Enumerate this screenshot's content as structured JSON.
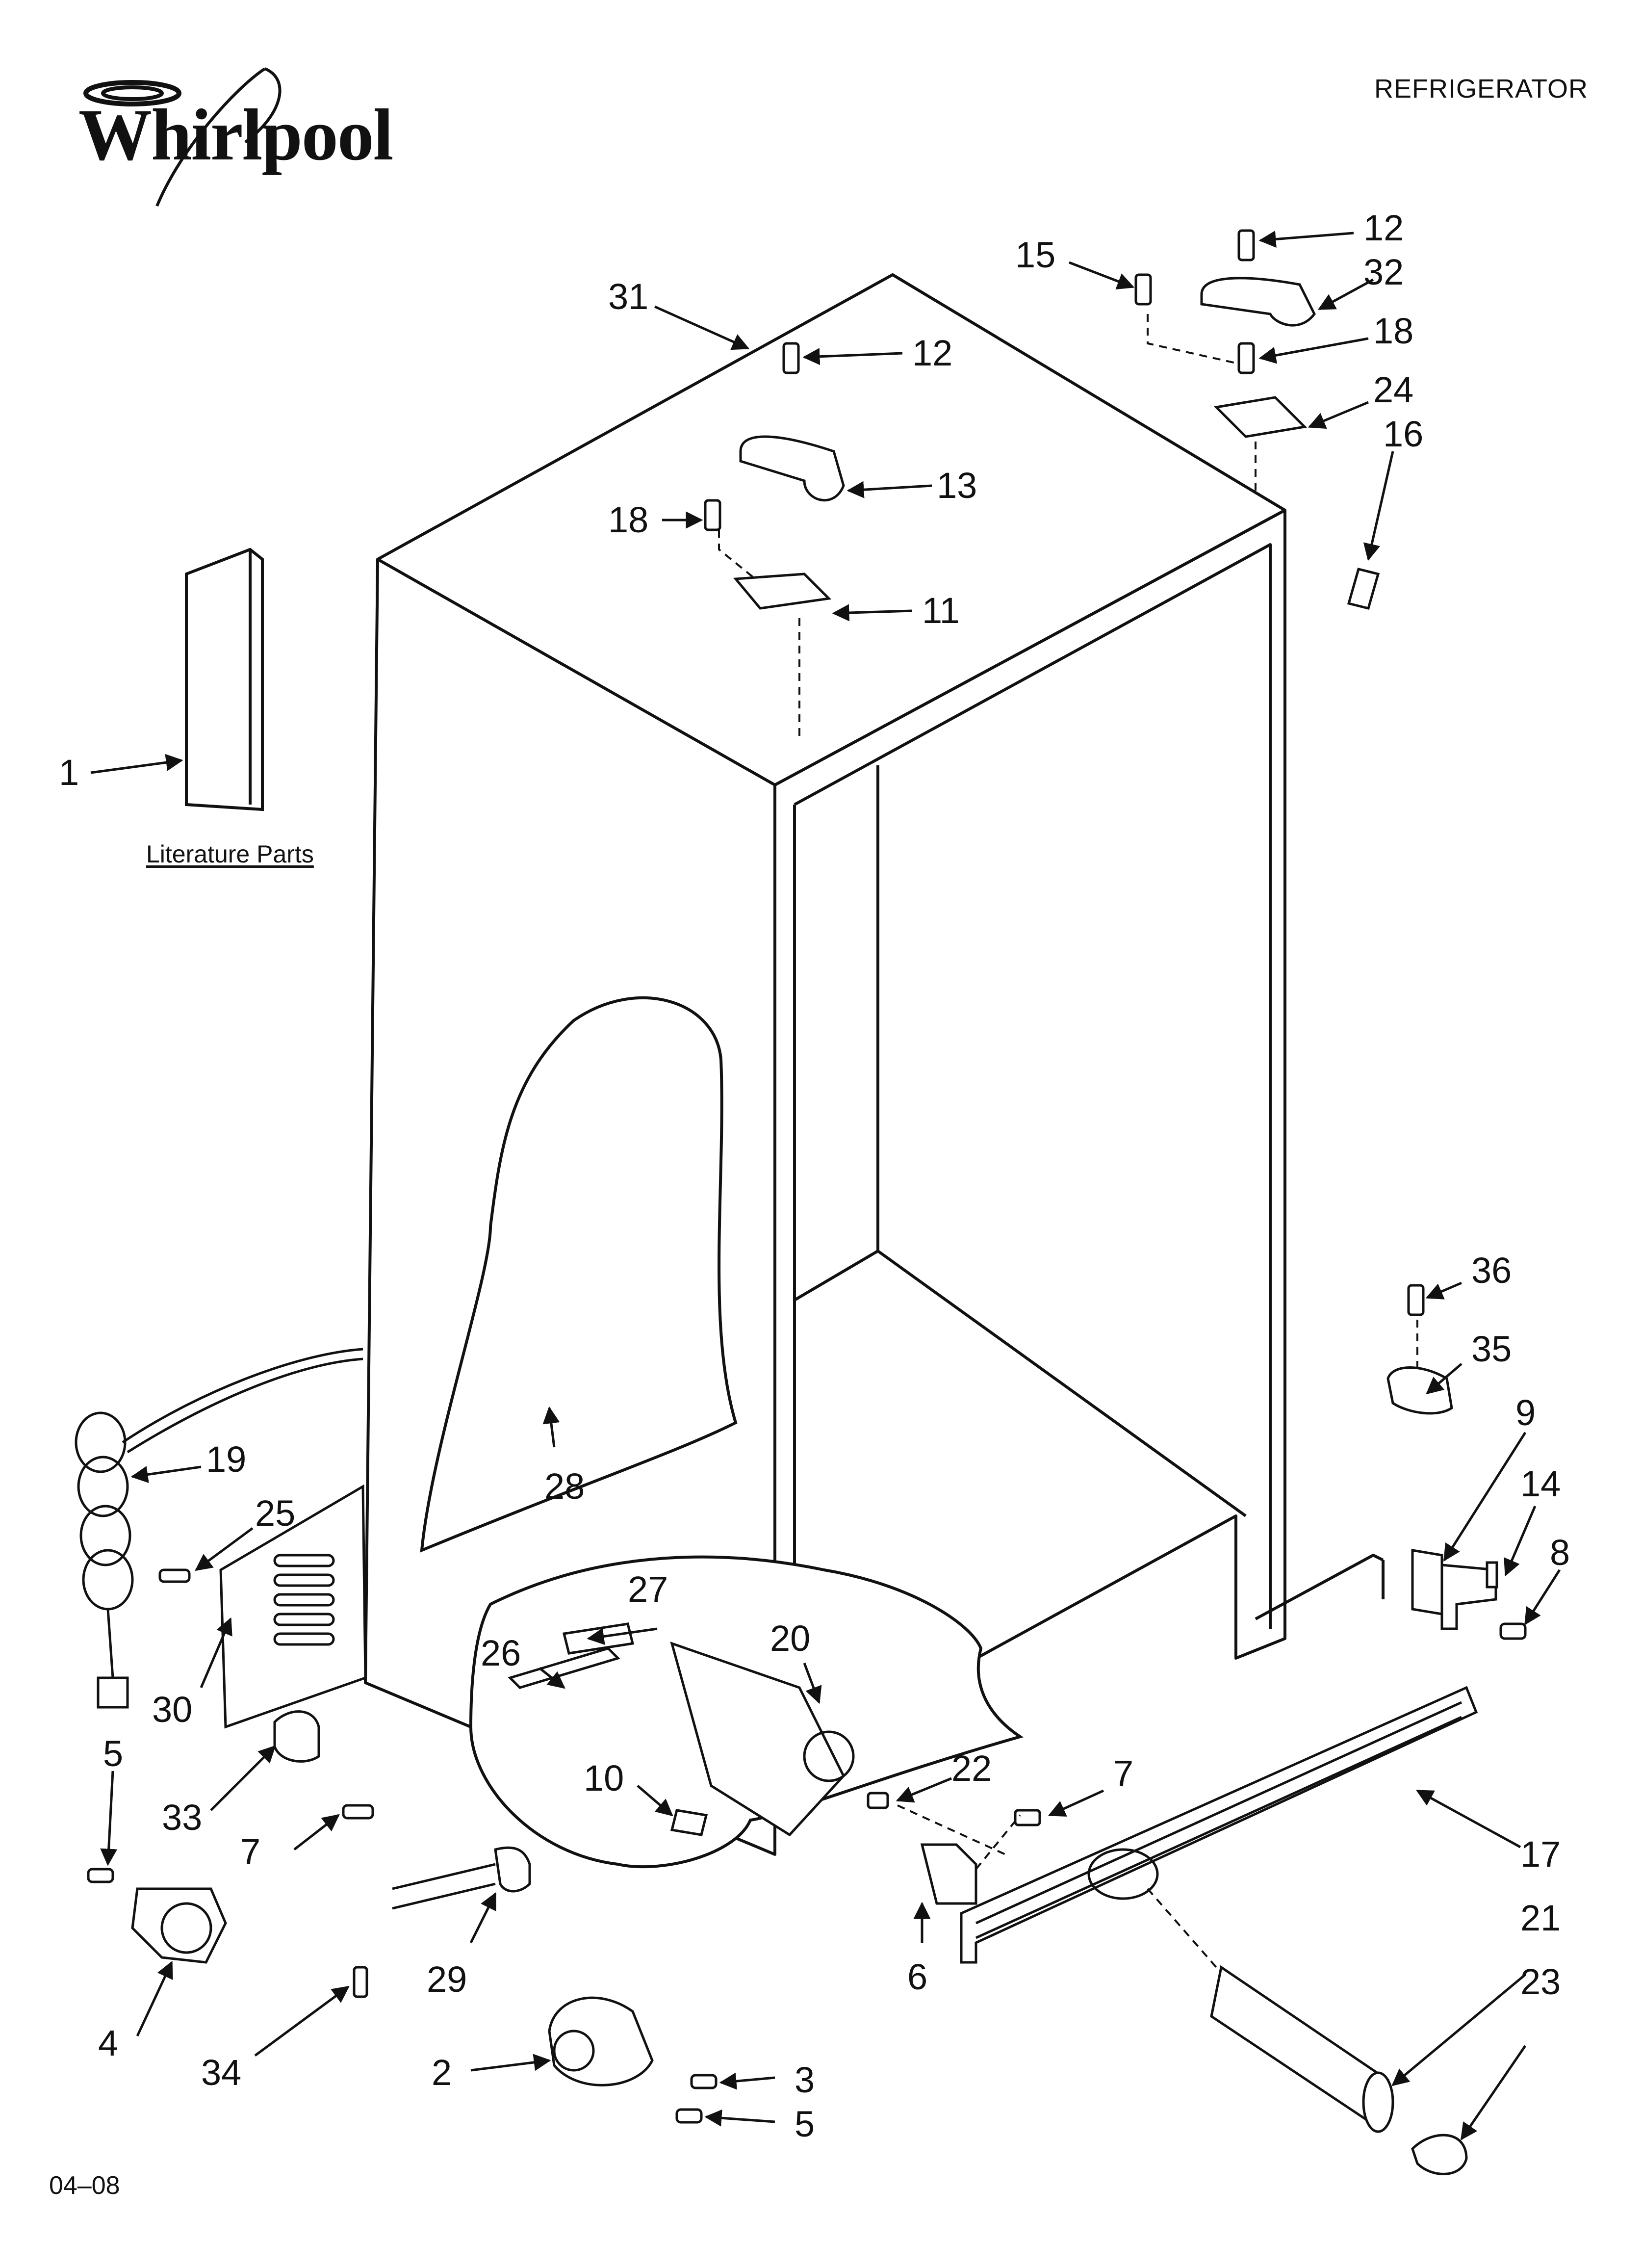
{
  "header": {
    "brand": "Whirlpool",
    "title": "REFRIGERATOR"
  },
  "literature_caption": "Literature Parts",
  "footer": {
    "code": "04–08"
  },
  "colors": {
    "line": "#111111",
    "part_fill": "#ffffff",
    "background": "#ffffff"
  },
  "callouts": {
    "c1": "1",
    "c2": "2",
    "c3": "3",
    "c4": "4",
    "c5a": "5",
    "c5b": "5",
    "c6": "6",
    "c7a": "7",
    "c7b": "7",
    "c8": "8",
    "c9": "9",
    "c10": "10",
    "c11": "11",
    "c12a": "12",
    "c12b": "12",
    "c13": "13",
    "c14": "14",
    "c15": "15",
    "c16": "16",
    "c17": "17",
    "c18a": "18",
    "c18b": "18",
    "c19": "19",
    "c20": "20",
    "c21": "21",
    "c22": "22",
    "c23": "23",
    "c24": "24",
    "c25": "25",
    "c26": "26",
    "c27": "27",
    "c28": "28",
    "c29": "29",
    "c30": "30",
    "c31": "31",
    "c32": "32",
    "c33": "33",
    "c34": "34",
    "c35": "35",
    "c36": "36"
  }
}
